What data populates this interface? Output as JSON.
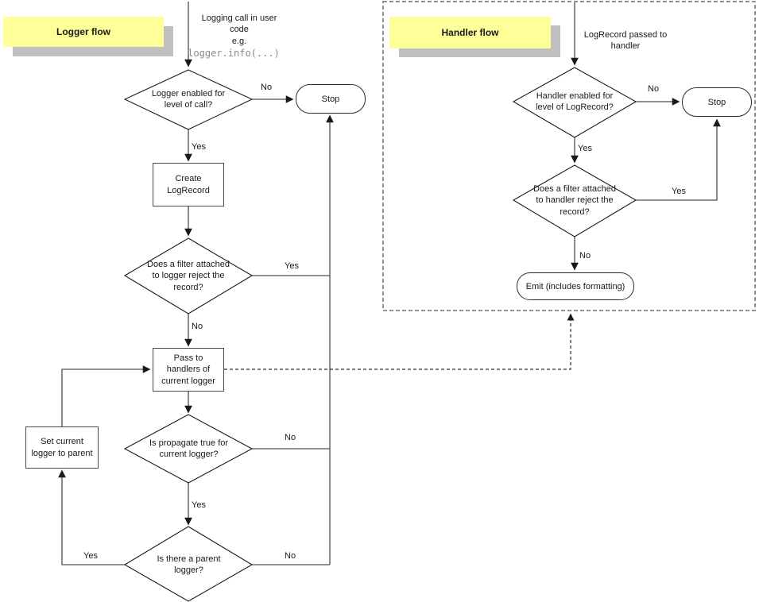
{
  "labels": {
    "yes": "Yes",
    "no": "No"
  },
  "logger_flow": {
    "title": "Logger flow",
    "note_line1": "Logging call in user code",
    "note_line2": "e.g.",
    "note_code": "logger.info(...)",
    "decision_enabled": "Logger enabled for level of call?",
    "stop": "Stop",
    "create_logrecord": "Create LogRecord",
    "decision_filter": "Does a filter attached to logger reject the record?",
    "pass_handlers": "Pass to handlers of current logger",
    "decision_propagate": "Is propagate true for current logger?",
    "decision_parent": "Is there a parent logger?",
    "set_parent": "Set current logger to parent"
  },
  "handler_flow": {
    "title": "Handler flow",
    "note": "LogRecord passed to handler",
    "decision_enabled": "Handler enabled for level of LogRecord?",
    "stop": "Stop",
    "decision_filter": "Does a filter attached to handler reject the record?",
    "emit": "Emit (includes formatting)"
  },
  "colors": {
    "highlight": "#ffff99",
    "shadow": "#c0c0c0",
    "line": "#4d4d4d",
    "text": "#1a1a1a",
    "code_text": "#8a8a8a"
  }
}
